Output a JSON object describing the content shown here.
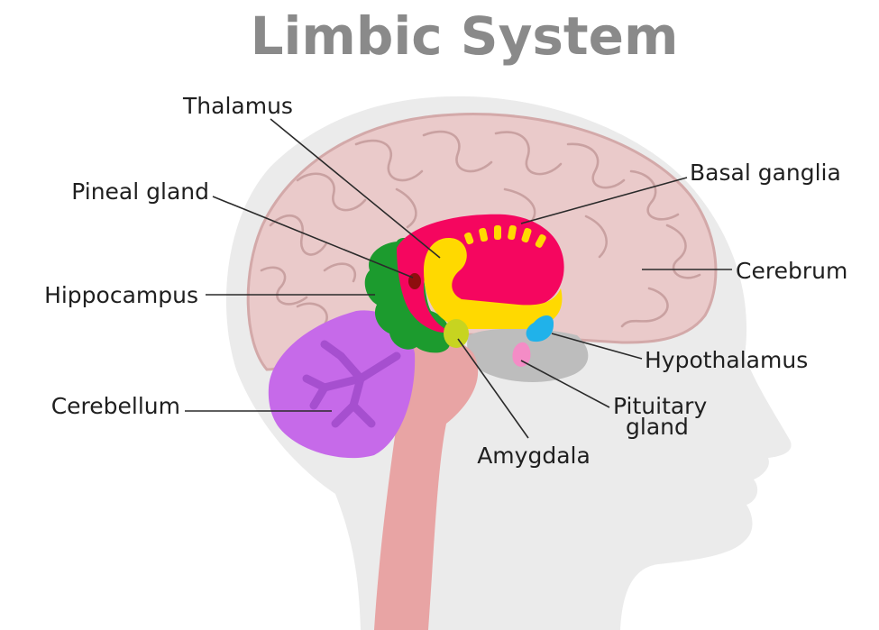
{
  "title": "Limbic System",
  "labels": {
    "thalamus": "Thalamus",
    "basal_ganglia": "Basal ganglia",
    "pineal_gland": "Pineal gland",
    "hippocampus": "Hippocampus",
    "cerebrum": "Cerebrum",
    "hypothalamus": "Hypothalamus",
    "cerebellum": "Cerebellum",
    "pituitary_line1": "Pituitary",
    "pituitary_line2": "gland",
    "amygdala": "Amygdala"
  },
  "colors": {
    "head": "#ebebeb",
    "cerebrum": "#eacaca",
    "cerebrum_outline": "#d3a9a9",
    "brainstem": "#e8a4a4",
    "cerebellum": "#c66ae9",
    "hippocampus": "#1c9b2e",
    "thalamus": "#ffd900",
    "basal_ganglia": "#f5065f",
    "pineal_gland": "#8e0e0e",
    "amygdala": "#c7d420",
    "hypothalamus": "#20b2ea",
    "pituitary_gland": "#f48cc6",
    "title": "#8a8a8a"
  }
}
